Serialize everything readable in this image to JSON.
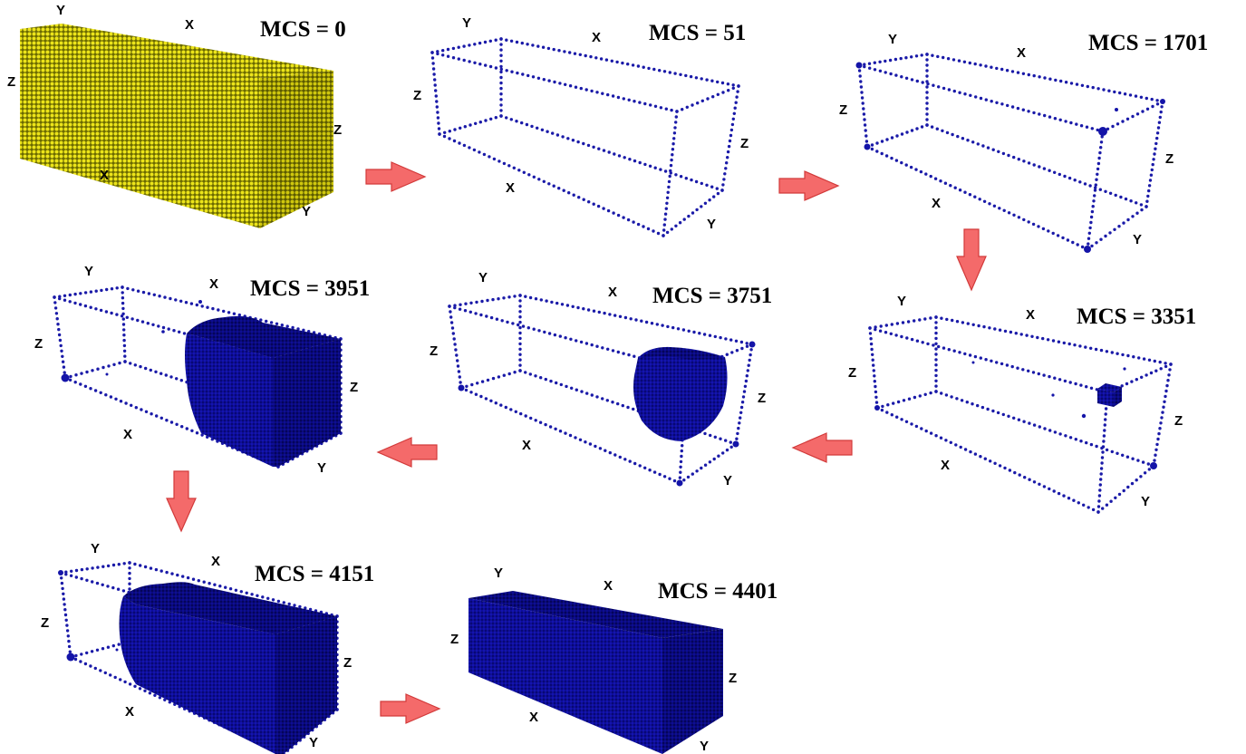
{
  "colors": {
    "gold_phase": "#e8e010",
    "blue_phase": "#1010a0",
    "edge_dots": "#1a1aa8",
    "arrow_fill": "#f46a6a",
    "arrow_stroke": "#d23a3a"
  },
  "axis_letters": {
    "x": "X",
    "y": "Y",
    "z": "Z"
  },
  "snapshots": [
    {
      "mcs_label": "MCS = 0",
      "blue_fill_fraction": 0.0,
      "phase": "fully-gold"
    },
    {
      "mcs_label": "MCS = 51",
      "blue_fill_fraction": 0.0,
      "phase": "empty-edges"
    },
    {
      "mcs_label": "MCS = 1701",
      "blue_fill_fraction": 0.0,
      "phase": "empty-edges-nuclei"
    },
    {
      "mcs_label": "MCS = 3351",
      "blue_fill_fraction": 0.02,
      "phase": "small-cluster"
    },
    {
      "mcs_label": "MCS = 3751",
      "blue_fill_fraction": 0.25,
      "phase": "growing-cluster"
    },
    {
      "mcs_label": "MCS = 3951",
      "blue_fill_fraction": 0.55,
      "phase": "partial-fill"
    },
    {
      "mcs_label": "MCS = 4151",
      "blue_fill_fraction": 0.78,
      "phase": "mostly-filled"
    },
    {
      "mcs_label": "MCS = 4401",
      "blue_fill_fraction": 1.0,
      "phase": "fully-blue"
    }
  ],
  "arrows": [
    {
      "from": "MCS = 0",
      "to": "MCS = 51",
      "direction": "right"
    },
    {
      "from": "MCS = 51",
      "to": "MCS = 1701",
      "direction": "right"
    },
    {
      "from": "MCS = 1701",
      "to": "MCS = 3351",
      "direction": "down"
    },
    {
      "from": "MCS = 3351",
      "to": "MCS = 3751",
      "direction": "left"
    },
    {
      "from": "MCS = 3751",
      "to": "MCS = 3951",
      "direction": "left"
    },
    {
      "from": "MCS = 3951",
      "to": "MCS = 4151",
      "direction": "down"
    },
    {
      "from": "MCS = 4151",
      "to": "MCS = 4401",
      "direction": "right"
    }
  ]
}
